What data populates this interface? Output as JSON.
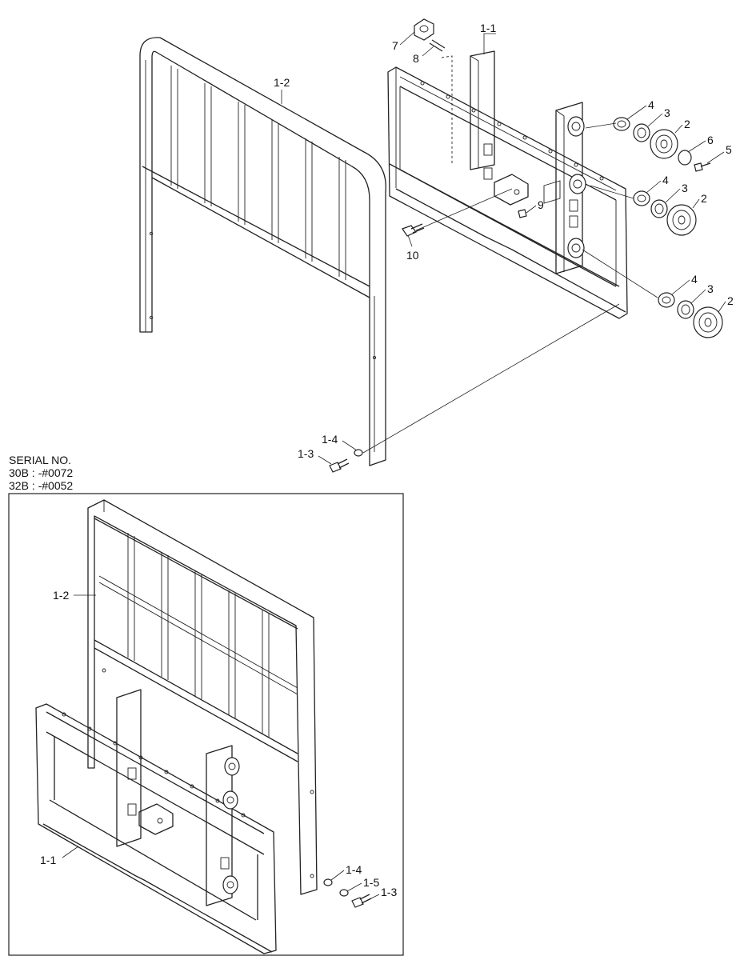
{
  "serial_note": {
    "line1": "SERIAL NO.",
    "line2": "30B : -#0072",
    "line3": "32B : -#0052"
  },
  "callouts": {
    "top_1_1": "1-1",
    "top_1_2": "1-2",
    "top_1_3": "1-3",
    "top_1_4": "1-4",
    "top_2a": "2",
    "top_2b": "2",
    "top_2c": "2",
    "top_3a": "3",
    "top_3b": "3",
    "top_3c": "3",
    "top_4a": "4",
    "top_4b": "4",
    "top_4c": "4",
    "top_5": "5",
    "top_6": "6",
    "top_7": "7",
    "top_8": "8",
    "top_9": "9",
    "top_10": "10",
    "inset_1_1": "1-1",
    "inset_1_2": "1-2",
    "inset_1_3": "1-3",
    "inset_1_4": "1-4",
    "inset_1_5": "1-5"
  }
}
